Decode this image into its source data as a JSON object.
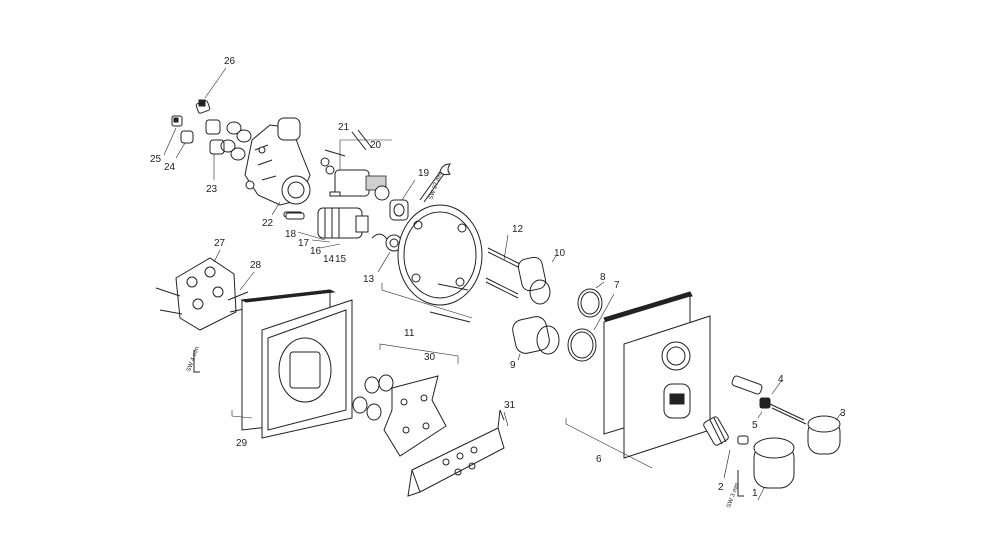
{
  "callouts": [
    {
      "id": "c1",
      "label": "1"
    },
    {
      "id": "c2",
      "label": "2"
    },
    {
      "id": "c3",
      "label": "3"
    },
    {
      "id": "c4",
      "label": "4"
    },
    {
      "id": "c5",
      "label": "5"
    },
    {
      "id": "c6",
      "label": "6"
    },
    {
      "id": "c7",
      "label": "7"
    },
    {
      "id": "c8",
      "label": "8"
    },
    {
      "id": "c9",
      "label": "9"
    },
    {
      "id": "c10",
      "label": "10"
    },
    {
      "id": "c11",
      "label": "11"
    },
    {
      "id": "c12",
      "label": "12"
    },
    {
      "id": "c13",
      "label": "13"
    },
    {
      "id": "c14",
      "label": "14"
    },
    {
      "id": "c15",
      "label": "15"
    },
    {
      "id": "c16",
      "label": "16"
    },
    {
      "id": "c17",
      "label": "17"
    },
    {
      "id": "c18",
      "label": "18"
    },
    {
      "id": "c19",
      "label": "19"
    },
    {
      "id": "c20",
      "label": "20"
    },
    {
      "id": "c21",
      "label": "21"
    },
    {
      "id": "c22",
      "label": "22"
    },
    {
      "id": "c23",
      "label": "23"
    },
    {
      "id": "c24",
      "label": "24"
    },
    {
      "id": "c25",
      "label": "25"
    },
    {
      "id": "c26",
      "label": "26"
    },
    {
      "id": "c27",
      "label": "27"
    },
    {
      "id": "c28",
      "label": "28"
    },
    {
      "id": "c29",
      "label": "29"
    },
    {
      "id": "c30",
      "label": "30"
    },
    {
      "id": "c31",
      "label": "31"
    }
  ],
  "tool_labels": {
    "sw27": "SW 27 mm",
    "sw4": "SW 4 mm",
    "sw3": "SW 3 mm"
  }
}
